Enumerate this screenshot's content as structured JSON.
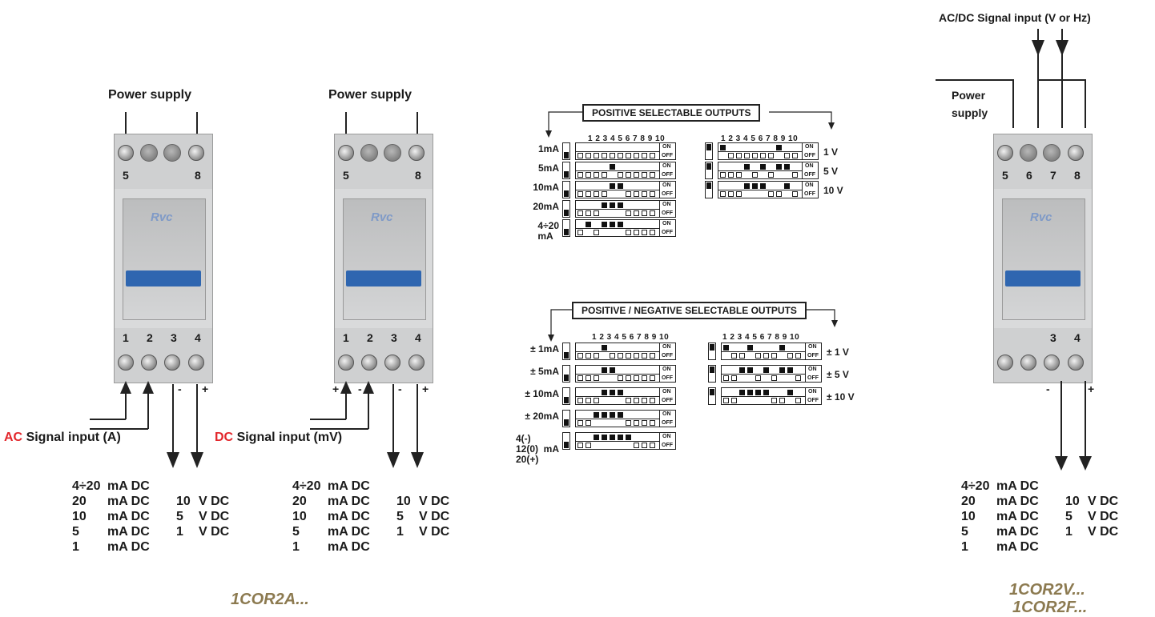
{
  "left_devices": [
    {
      "id": "1cor2a",
      "power_label": "Power supply",
      "top_terminals": [
        "5",
        "8"
      ],
      "bottom_terminals": [
        "1",
        "2",
        "3",
        "4"
      ],
      "brand": "Rvc",
      "polarity_labels": [
        "-",
        "+"
      ],
      "input_highlight": "AC",
      "input_text": "Signal input (A)",
      "outputs": [
        [
          "4÷20",
          "mA DC",
          "",
          ""
        ],
        [
          "20",
          "mA DC",
          "10",
          "V DC"
        ],
        [
          "10",
          "mA DC",
          "5",
          "V DC"
        ],
        [
          "5",
          "mA DC",
          "1",
          "V DC"
        ],
        [
          "1",
          "mA DC",
          "",
          ""
        ]
      ],
      "caption": "1COR2A..."
    },
    {
      "id": "1cor2mv",
      "power_label": "Power supply",
      "top_terminals": [
        "5",
        "8"
      ],
      "bottom_terminals": [
        "1",
        "2",
        "3",
        "4"
      ],
      "brand": "Rvc",
      "polarity_labels": [
        "+",
        "-",
        "-",
        "+"
      ],
      "input_highlight": "DC",
      "input_text": "Signal input (mV)",
      "outputs": [
        [
          "4÷20",
          "mA DC",
          "",
          ""
        ],
        [
          "20",
          "mA DC",
          "10",
          "V DC"
        ],
        [
          "10",
          "mA DC",
          "5",
          "V DC"
        ],
        [
          "5",
          "mA DC",
          "1",
          "V DC"
        ],
        [
          "1",
          "mA DC",
          "",
          ""
        ]
      ]
    }
  ],
  "right_device": {
    "signal_label": "AC/DC Signal input (V or Hz)",
    "power_label_line1": "Power",
    "power_label_line2": "supply",
    "top_terminals": [
      "5",
      "6",
      "7",
      "8"
    ],
    "bottom_terminals": [
      "3",
      "4"
    ],
    "brand": "Rvc",
    "polarity_labels": [
      "-",
      "+"
    ],
    "outputs": [
      [
        "4÷20",
        "mA DC",
        "",
        ""
      ],
      [
        "20",
        "mA DC",
        "10",
        "V DC"
      ],
      [
        "10",
        "mA DC",
        "5",
        "V DC"
      ],
      [
        "5",
        "mA DC",
        "1",
        "V DC"
      ],
      [
        "1",
        "mA DC",
        "",
        ""
      ]
    ],
    "caption_line1": "1COR2V...",
    "caption_line2": "1COR2F..."
  },
  "switch_tables": {
    "positive_title": "POSITIVE SELECTABLE OUTPUTS",
    "bipolar_title": "POSITIVE / NEGATIVE SELECTABLE OUTPUTS",
    "numbers": "1 2 3 4 5 6 7 8 9 10",
    "on_label": "ON",
    "off_label": "OFF",
    "positive_left": [
      {
        "label": "1mA",
        "on": [],
        "v": false
      },
      {
        "label": "5mA",
        "on": [
          5
        ],
        "v": false
      },
      {
        "label": "10mA",
        "on": [
          5,
          6
        ],
        "v": false
      },
      {
        "label": "20mA",
        "on": [
          4,
          5,
          6
        ],
        "v": false
      },
      {
        "label": "4÷20\nmA",
        "on": [
          2,
          4,
          5,
          6
        ],
        "v": false
      }
    ],
    "positive_right": [
      {
        "label": "1 V",
        "on": [
          1,
          8
        ],
        "v": true
      },
      {
        "label": "5 V",
        "on": [
          4,
          6,
          8,
          9
        ],
        "v": true
      },
      {
        "label": "10 V",
        "on": [
          4,
          5,
          6,
          9
        ],
        "v": true
      }
    ],
    "bipolar_left": [
      {
        "label": "± 1mA",
        "on": [
          4
        ],
        "v": false
      },
      {
        "label": "± 5mA",
        "on": [
          4,
          5
        ],
        "v": false
      },
      {
        "label": "± 10mA",
        "on": [
          4,
          5,
          6
        ],
        "v": false
      },
      {
        "label": "± 20mA",
        "on": [
          3,
          4,
          5,
          6
        ],
        "v": false
      },
      {
        "label": "4(-)\n12(0)  mA\n20(+)",
        "on": [
          3,
          4,
          5,
          6,
          7
        ],
        "v": false
      }
    ],
    "bipolar_right": [
      {
        "label": "± 1 V",
        "on": [
          1,
          4,
          8
        ],
        "v": true
      },
      {
        "label": "± 5 V",
        "on": [
          3,
          4,
          6,
          8,
          9
        ],
        "v": true
      },
      {
        "label": "± 10 V",
        "on": [
          3,
          4,
          5,
          6,
          9
        ],
        "v": true
      }
    ]
  }
}
